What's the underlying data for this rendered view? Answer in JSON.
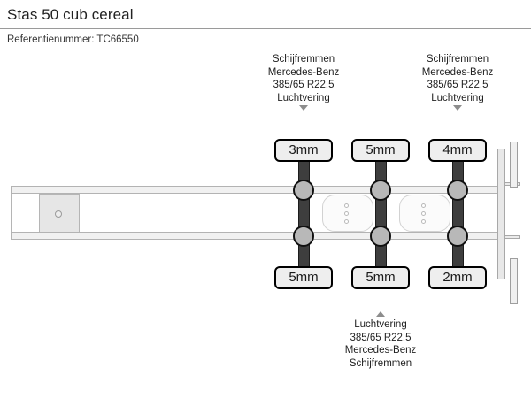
{
  "header": {
    "title": "Stas 50 cub cereal",
    "reference_label": "Referentienummer:",
    "reference_value": "TC66550",
    "reference_line": "Referentienummer: TC66550"
  },
  "annotations": {
    "top": [
      {
        "id": "axle-1-top-spec",
        "lines": [
          "Schijfremmen",
          "Mercedes-Benz",
          "385/65 R22.5",
          "Luchtvering"
        ],
        "arrow": "down"
      },
      {
        "id": "axle-3-top-spec",
        "lines": [
          "Schijfremmen",
          "Mercedes-Benz",
          "385/65 R22.5",
          "Luchtvering"
        ],
        "arrow": "down"
      }
    ],
    "bottom": [
      {
        "id": "axle-2-bottom-spec",
        "lines": [
          "Luchtvering",
          "385/65 R22.5",
          "Mercedes-Benz",
          "Schijfremmen"
        ],
        "arrow": "up"
      }
    ]
  },
  "tread_depths": {
    "top_row": [
      "3mm",
      "5mm",
      "4mm"
    ],
    "bottom_row": [
      "5mm",
      "5mm",
      "2mm"
    ]
  },
  "axles": [
    {
      "name": "axle-1",
      "top_tread": "3mm",
      "bottom_tread": "5mm"
    },
    {
      "name": "axle-2",
      "top_tread": "5mm",
      "bottom_tread": "5mm"
    },
    {
      "name": "axle-3",
      "top_tread": "4mm",
      "bottom_tread": "2mm"
    }
  ],
  "colors": {
    "axle_bar": "#3e3e3e",
    "hub_fill": "#b8b8b8",
    "hub_stroke": "#111111",
    "rail_fill": "#f1f1f1",
    "rail_stroke": "#b3b3b3",
    "box_fill": "#eeeeee",
    "box_stroke": "#000000",
    "arrow": "#8d8d8d",
    "background": "#ffffff",
    "text": "#222222"
  }
}
